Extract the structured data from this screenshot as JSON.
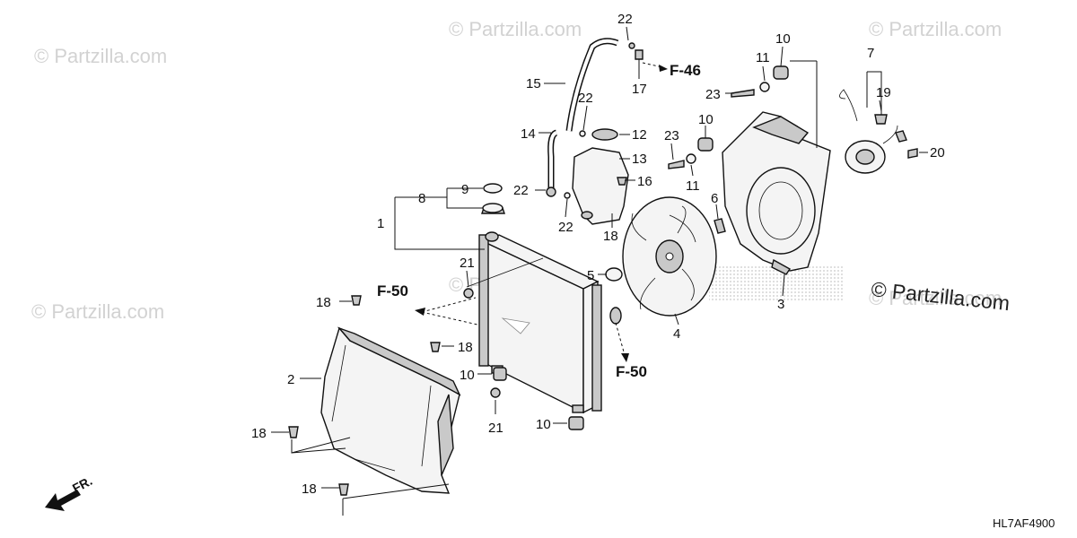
{
  "watermarks": [
    "© Partzilla.com",
    "© Partzilla.com",
    "© Partzilla.com",
    "© Partzilla.com",
    "© Partzilla.com",
    "© Partzilla.com"
  ],
  "brand_watermark": "© Partzilla.com",
  "diagram_code": "HL7AF4900",
  "front_label": "FR.",
  "refs": {
    "f46": "F-46",
    "f50_left": "F-50",
    "f50_right": "F-50"
  },
  "callouts": {
    "c1": "1",
    "c2": "2",
    "c3": "3",
    "c4": "4",
    "c5": "5",
    "c6": "6",
    "c7": "7",
    "c8": "8",
    "c9": "9",
    "c10a": "10",
    "c10b": "10",
    "c10c": "10",
    "c10d": "10",
    "c11a": "11",
    "c11b": "11",
    "c12": "12",
    "c13": "13",
    "c14": "14",
    "c15": "15",
    "c16": "16",
    "c17": "17",
    "c18a": "18",
    "c18b": "18",
    "c18c": "18",
    "c18d": "18",
    "c18e": "18",
    "c19": "19",
    "c20": "20",
    "c21a": "21",
    "c21b": "21",
    "c22a": "22",
    "c22b": "22",
    "c22c": "22",
    "c22d": "22",
    "c23a": "23",
    "c23b": "23"
  }
}
